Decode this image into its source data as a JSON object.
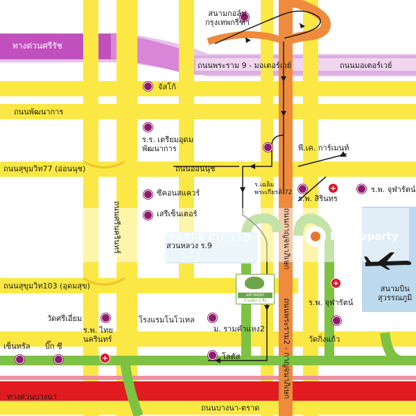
{
  "roads": {
    "expressway_north": "ทางด่วนศรีรัช",
    "rama9_motorway": "ถนนพระราม 9 - มอเตอร์เวย์",
    "motorway_east": "ถนนมอเตอร์เวย์",
    "phatthanakan": "ถนนพัฒนาการ",
    "sukhumvit77": "ถนนสุขุมวิท77 (อ่อนนุช)",
    "onnut": "ถนนอ่อนนุช",
    "srinakarin": "ถนนศรีนครินทร์",
    "sukhumvit103": "ถนนสุขุมวิท103 (อุดมสุข)",
    "kanchanaphisek": "ถนนกาญจนาภิเษก",
    "rama2_kanchana": "ถนนพระราม2 - กาญจนาภิเษก",
    "burapha_withi": "ทางด่วนบางนา",
    "bangna_trat": "ถนนบางนา-ตราด"
  },
  "places": {
    "golf": "สนามกอล์ฟ\nกรุงเทพกรีฑา",
    "jusco": "จัสโก้",
    "school": "ร.ร. เตรียมอุดม\nพัฒนาการ",
    "pk_garment": "พี.เค. การ์เมนท์",
    "seacon": "ซีคอนสแควร์",
    "paradise": "เสรีเซ็นเตอร์",
    "park": "สวนหลวง ร.9",
    "chaloem": "ร.เฉลิม\nพระเกียรติ 72",
    "sirinthorn": "ร.พ. สิรินทร",
    "chularat_top": "ร.พ. จุฬารัตน์",
    "airport": "สนามบิน\nสุวรรณภูมิ",
    "chularat": "ร.พ. จุฬารัตน์",
    "wat_kingkaew": "วัดกิ่งแก้ว",
    "wat_sritiam": "วัดศรีเอี่ยม",
    "thai_hospital": "ร.พ. ไทย\nนครินทร์",
    "hotel_novotel": "โรงแรมโนโวเทล",
    "ramkhamhaeng2": "ม. รามคำแหง2",
    "lotus": "โลตัส",
    "central": "เซ็นทรัล",
    "bigc": "บิ๊ก ซี"
  },
  "project": {
    "name": "มหาสมุทร",
    "sub": "บ้านเดี่ยว 2 ชั้น"
  },
  "watermark": {
    "left_text": "MI CENTER CO.,LTD",
    "brand": "DDproperty"
  },
  "colors": {
    "main_road": "#fbe844",
    "expressway": "#d9148c",
    "expressway_band": "#c77dc9",
    "kanchana": "#ee8b3c",
    "bangna_red": "#e11b1f",
    "route_green": "#7dc242",
    "poi": "#8e1b6c",
    "hospital": "#d7142a",
    "park": "#d8eef6",
    "airport_box": "#bcd9ee",
    "route_arrow": "#1a1a1a"
  }
}
